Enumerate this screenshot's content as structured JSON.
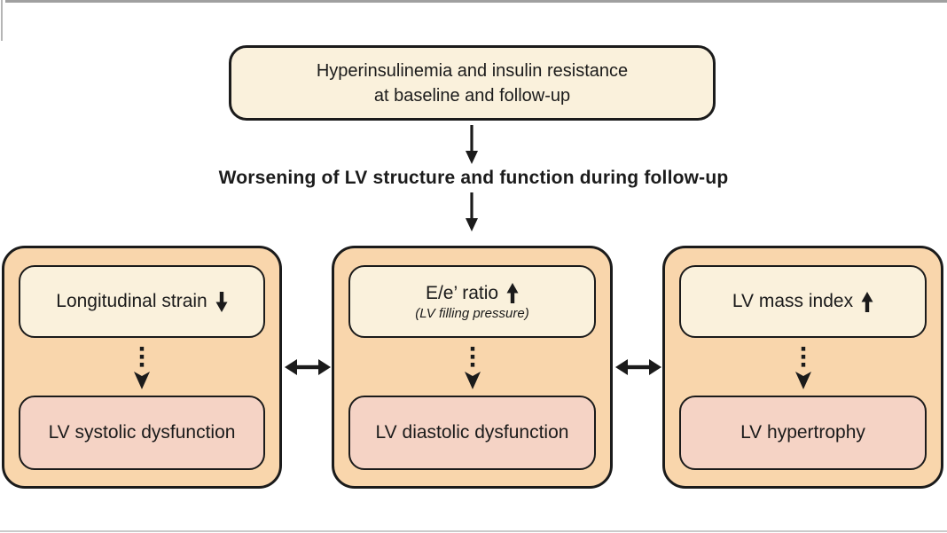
{
  "figure": {
    "top_box": {
      "line1": "Hyperinsulinemia and insulin resistance",
      "line2": "at baseline and follow-up"
    },
    "headline": "Worsening of LV structure and function during follow-up",
    "panels": [
      {
        "finding": "Longitudinal strain",
        "trend": "down",
        "outcome": "LV systolic dysfunction"
      },
      {
        "finding": "E/e’ ratio",
        "trend": "up",
        "subtitle": "(LV filling pressure)",
        "outcome": "LV diastolic dysfunction"
      },
      {
        "finding": "LV mass index",
        "trend": "up",
        "outcome": "LV hypertrophy"
      }
    ],
    "icons": {
      "solid_down_arrow": "solid-down-arrow",
      "dashed_down_arrow": "dotted-down-arrow",
      "double_headed_arrow": "left-right-arrow",
      "trend_up": "bold-up-arrow",
      "trend_down": "bold-down-arrow"
    },
    "colors": {
      "cream": "#faf1dc",
      "peach": "#f9d6ac",
      "pink": "#f5d3c5",
      "ink": "#1b1b1b",
      "frame_gray": "#a0a0a0"
    }
  }
}
